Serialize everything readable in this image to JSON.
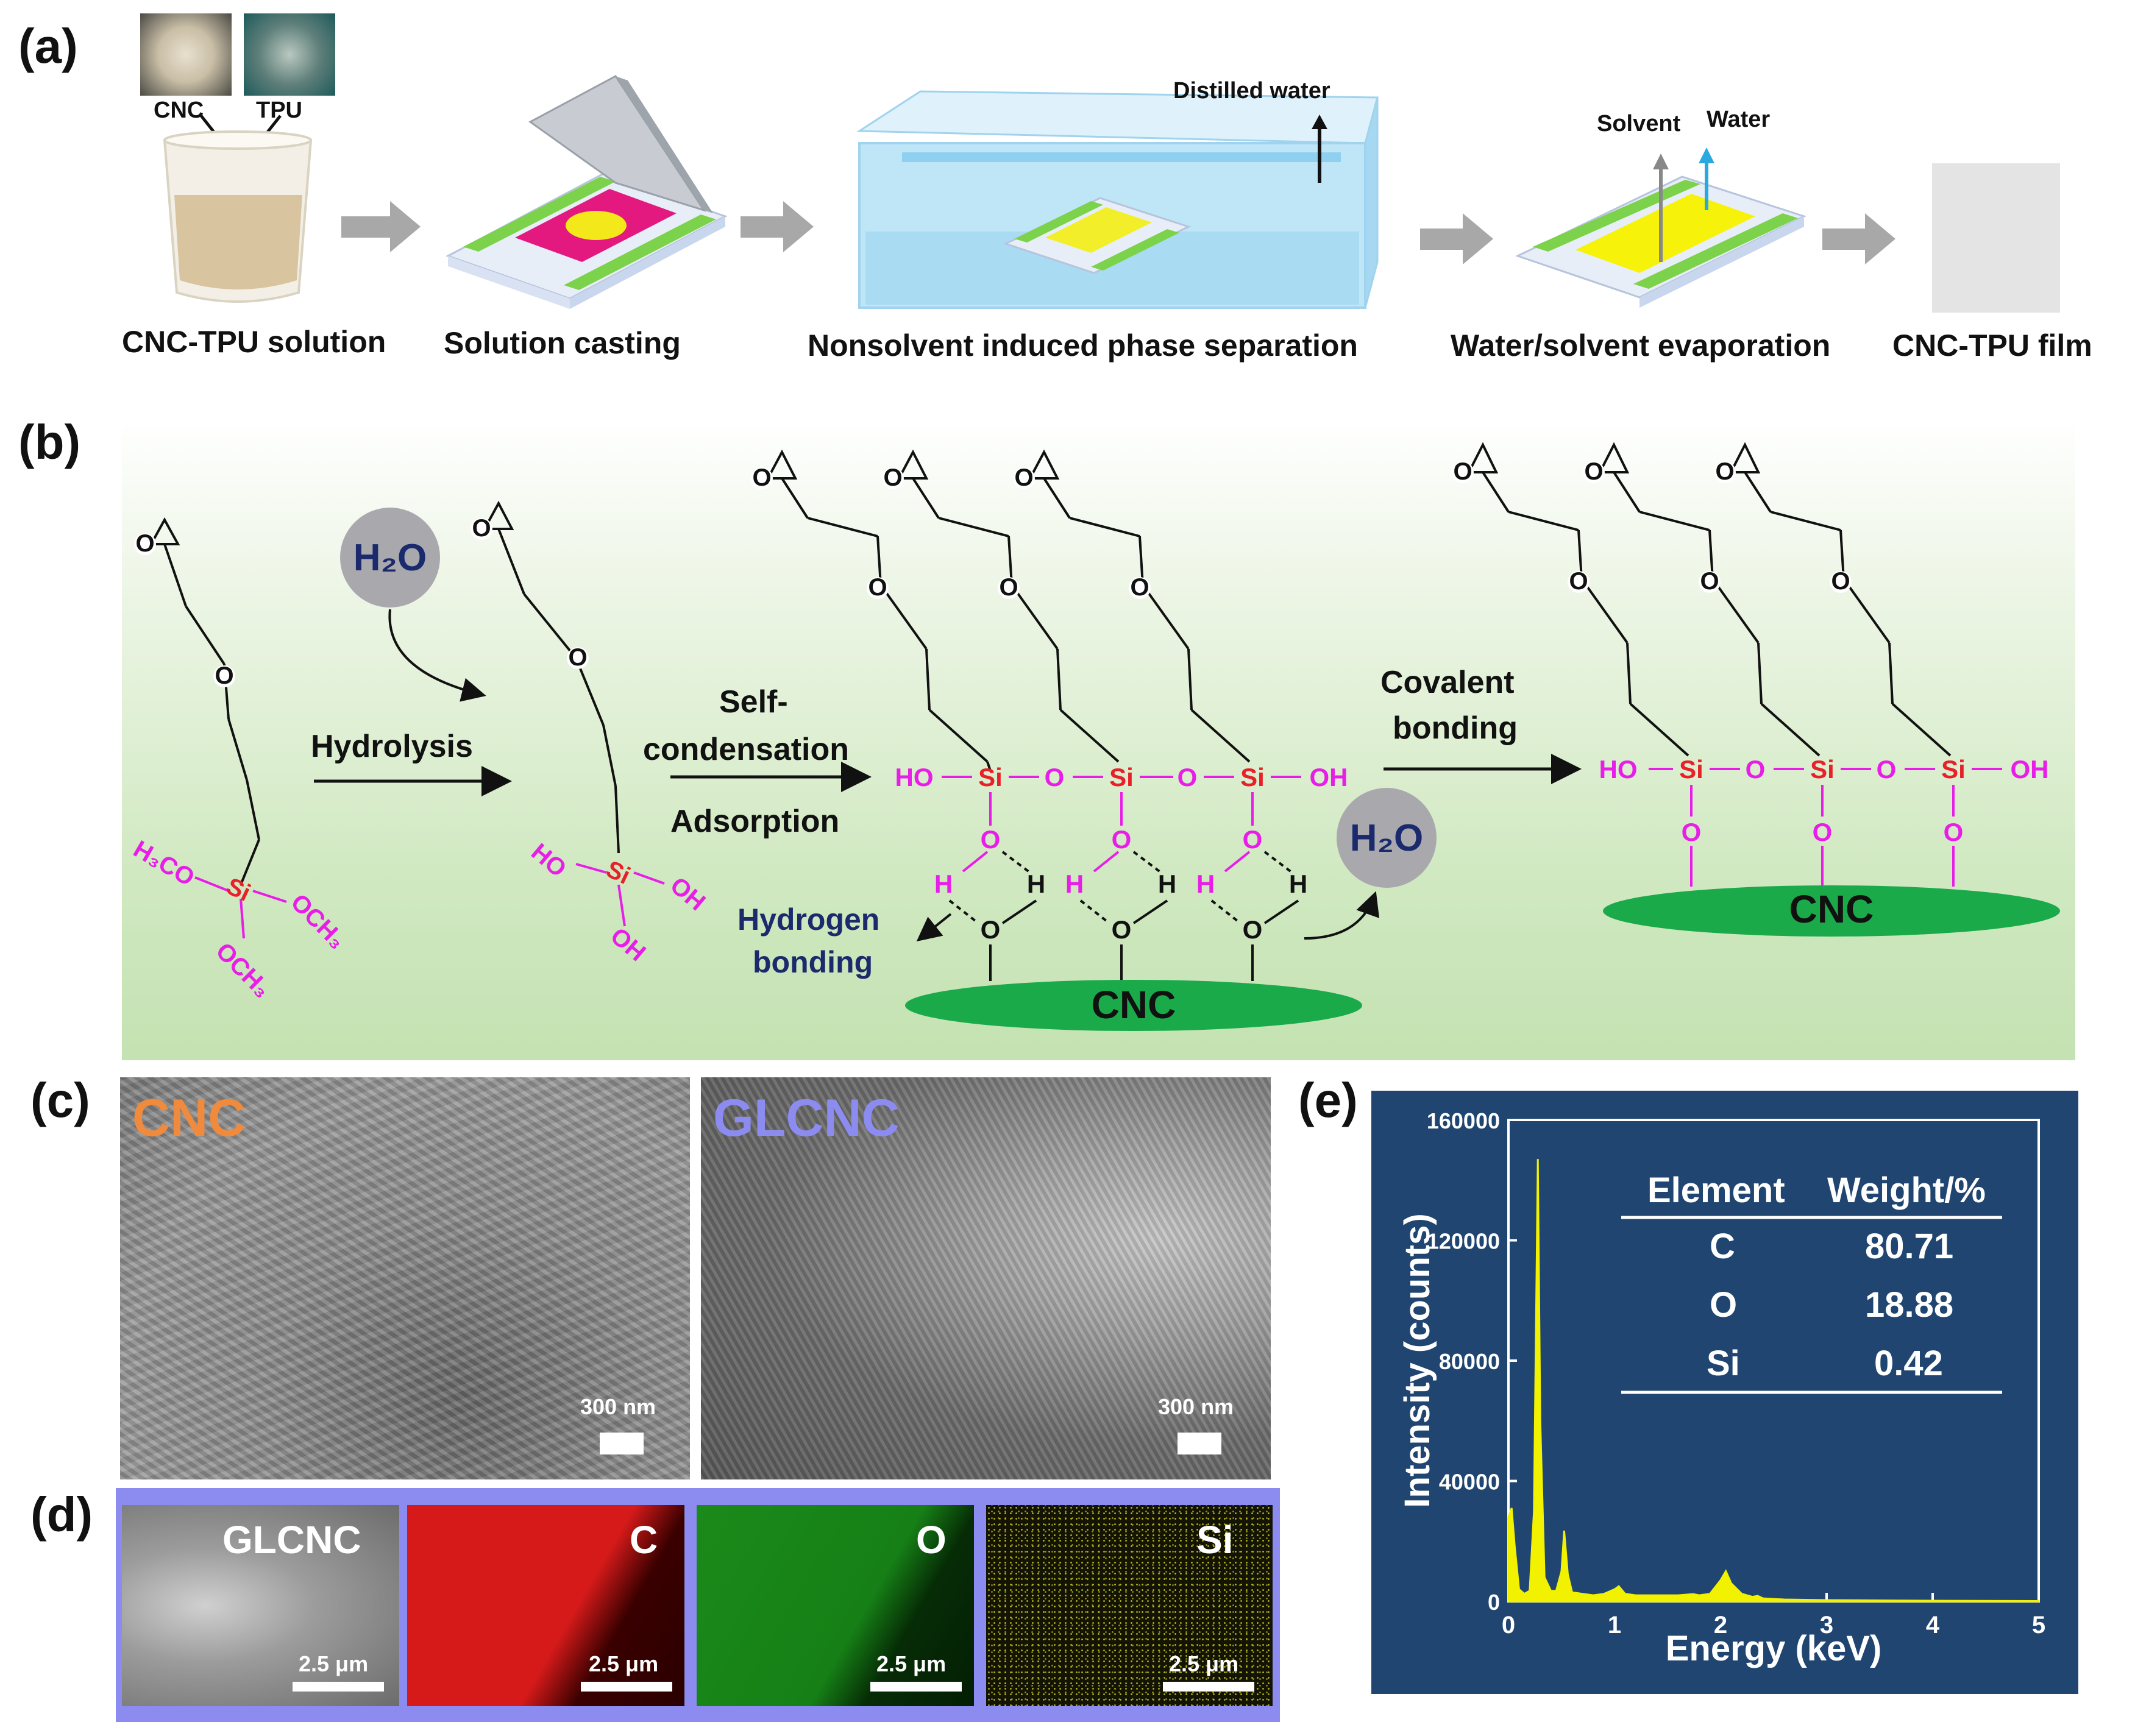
{
  "panels": {
    "a": {
      "letter": "(a)",
      "inset_cnc": "CNC",
      "inset_tpu": "TPU",
      "distilled_water": "Distilled water",
      "solvent": "Solvent",
      "water": "Water",
      "steps": [
        "CNC-TPU solution",
        "Solution casting",
        "Nonsolvent induced phase separation",
        "Water/solvent evaporation",
        "CNC-TPU film"
      ]
    },
    "b": {
      "letter": "(b)",
      "h2o": "H₂O",
      "hydrolysis": "Hydrolysis",
      "self": "Self-",
      "condensation": "condensation",
      "adsorption": "Adsorption",
      "covalent": "Covalent",
      "bonding": "bonding",
      "hydrogen": "Hydrogen",
      "hbonding": "bonding",
      "cnc": "CNC",
      "h3co": "H₃CO",
      "och3a": "OCH₃",
      "och3b": "OCH₃",
      "si": "Si",
      "ho": "HO",
      "oh": "OH",
      "o": "O",
      "h": "H"
    },
    "c": {
      "letter": "(c)",
      "left_label": "CNC",
      "right_label": "GLCNC",
      "scale": "300 nm"
    },
    "d": {
      "letter": "(d)",
      "maps": [
        {
          "label": "GLCNC",
          "scale": "2.5 μm"
        },
        {
          "label": "C",
          "scale": "2.5 μm"
        },
        {
          "label": "O",
          "scale": "2.5 μm"
        },
        {
          "label": "Si",
          "scale": "2.5 μm"
        }
      ]
    },
    "e": {
      "letter": "(e)",
      "table_header": [
        "Element",
        "Weight/%"
      ],
      "table_rows": [
        [
          "C",
          "80.71"
        ],
        [
          "O",
          "18.88"
        ],
        [
          "Si",
          "0.42"
        ]
      ]
    }
  },
  "colors": {
    "magenta": "#e81ee8",
    "si_red": "#e8202a",
    "navy": "#1a2a6c",
    "cnc_green": "#1aaa4a",
    "eds_bg": "#1f4570",
    "eds_line": "#f2f200",
    "cnc_orange": "#f08a3c",
    "glcnc_blue": "#8c8cf0"
  },
  "chart_data": {
    "type": "line",
    "xlabel": "Energy (keV)",
    "ylabel": "Intensity (counts)",
    "xlim": [
      0,
      5
    ],
    "ylim": [
      0,
      160000
    ],
    "xticks": [
      0,
      1,
      2,
      3,
      4,
      5
    ],
    "yticks": [
      0,
      40000,
      80000,
      120000,
      160000
    ],
    "series": [
      {
        "x": [
          0,
          0.03,
          0.06,
          0.1,
          0.15,
          0.2,
          0.24,
          0.277,
          0.3,
          0.34,
          0.4,
          0.45,
          0.5,
          0.525,
          0.56,
          0.6,
          0.7,
          0.8,
          0.9,
          1.0,
          1.04,
          1.1,
          1.2,
          1.4,
          1.6,
          1.74,
          1.8,
          1.9,
          2.0,
          2.05,
          2.1,
          2.2,
          2.3,
          2.35,
          2.4,
          2.6,
          3.0,
          3.5,
          4.0,
          4.5,
          5.0
        ],
        "y": [
          28000,
          31000,
          18000,
          4000,
          2500,
          3500,
          30000,
          147000,
          60000,
          8000,
          3500,
          3500,
          10000,
          23500,
          9000,
          3000,
          2500,
          2000,
          2500,
          4000,
          5000,
          2500,
          2000,
          2000,
          2000,
          2400,
          2000,
          2500,
          7000,
          10000,
          6000,
          2500,
          1500,
          1800,
          1000,
          600,
          400,
          300,
          200,
          150,
          100
        ]
      }
    ]
  }
}
